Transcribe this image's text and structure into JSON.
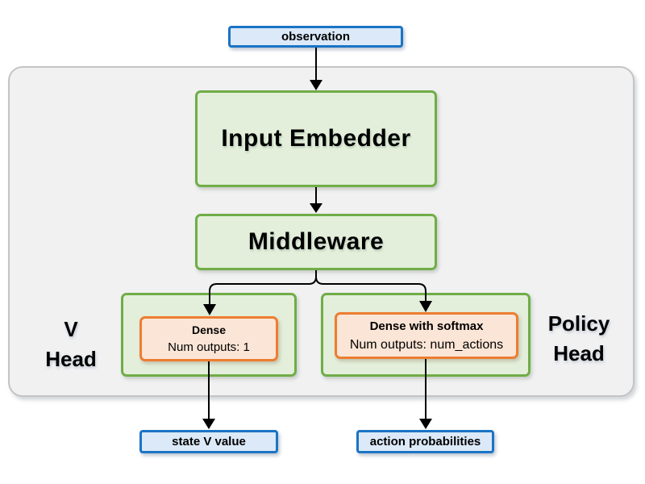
{
  "colors": {
    "blue-fill": "#dbe9f8",
    "blue-border": "#1b74c5",
    "green-fill": "#e3efda",
    "green-border": "#70ad47",
    "orange-fill": "#fbe5d6",
    "orange-border": "#ed7d31",
    "container-fill": "#f1f1f2",
    "container-border": "#c4c4c7",
    "arrow": "#000000"
  },
  "nodes": {
    "observation": "observation",
    "input_embedder": "Input Embedder",
    "middleware": "Middleware",
    "v_head_dense_title": "Dense",
    "v_head_dense_subtitle": "Num outputs: 1",
    "policy_head_dense_title": "Dense with softmax",
    "policy_head_dense_subtitle": "Num outputs: num_actions",
    "state_v_value": "state V value",
    "action_probabilities": "action probabilities"
  },
  "labels": {
    "v_head_line1": "V",
    "v_head_line2": "Head",
    "policy_head_line1": "Policy",
    "policy_head_line2": "Head"
  }
}
